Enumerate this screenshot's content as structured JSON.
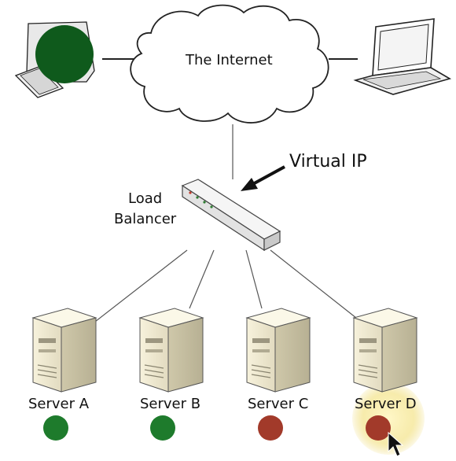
{
  "internet_label": "The Internet",
  "virtual_ip_label": "Virtual IP",
  "load_balancer": {
    "line1": "Load",
    "line2": "Balancer"
  },
  "servers": [
    {
      "name": "Server A",
      "status": "up",
      "status_color": "#1e7b2c"
    },
    {
      "name": "Server B",
      "status": "up",
      "status_color": "#1e7b2c"
    },
    {
      "name": "Server C",
      "status": "down",
      "status_color": "#a23a2a"
    },
    {
      "name": "Server D",
      "status": "down",
      "status_color": "#a23a2a"
    }
  ],
  "client_desktop_status_color": "#0f5a1c",
  "highlight_color": "#f3e7a0"
}
